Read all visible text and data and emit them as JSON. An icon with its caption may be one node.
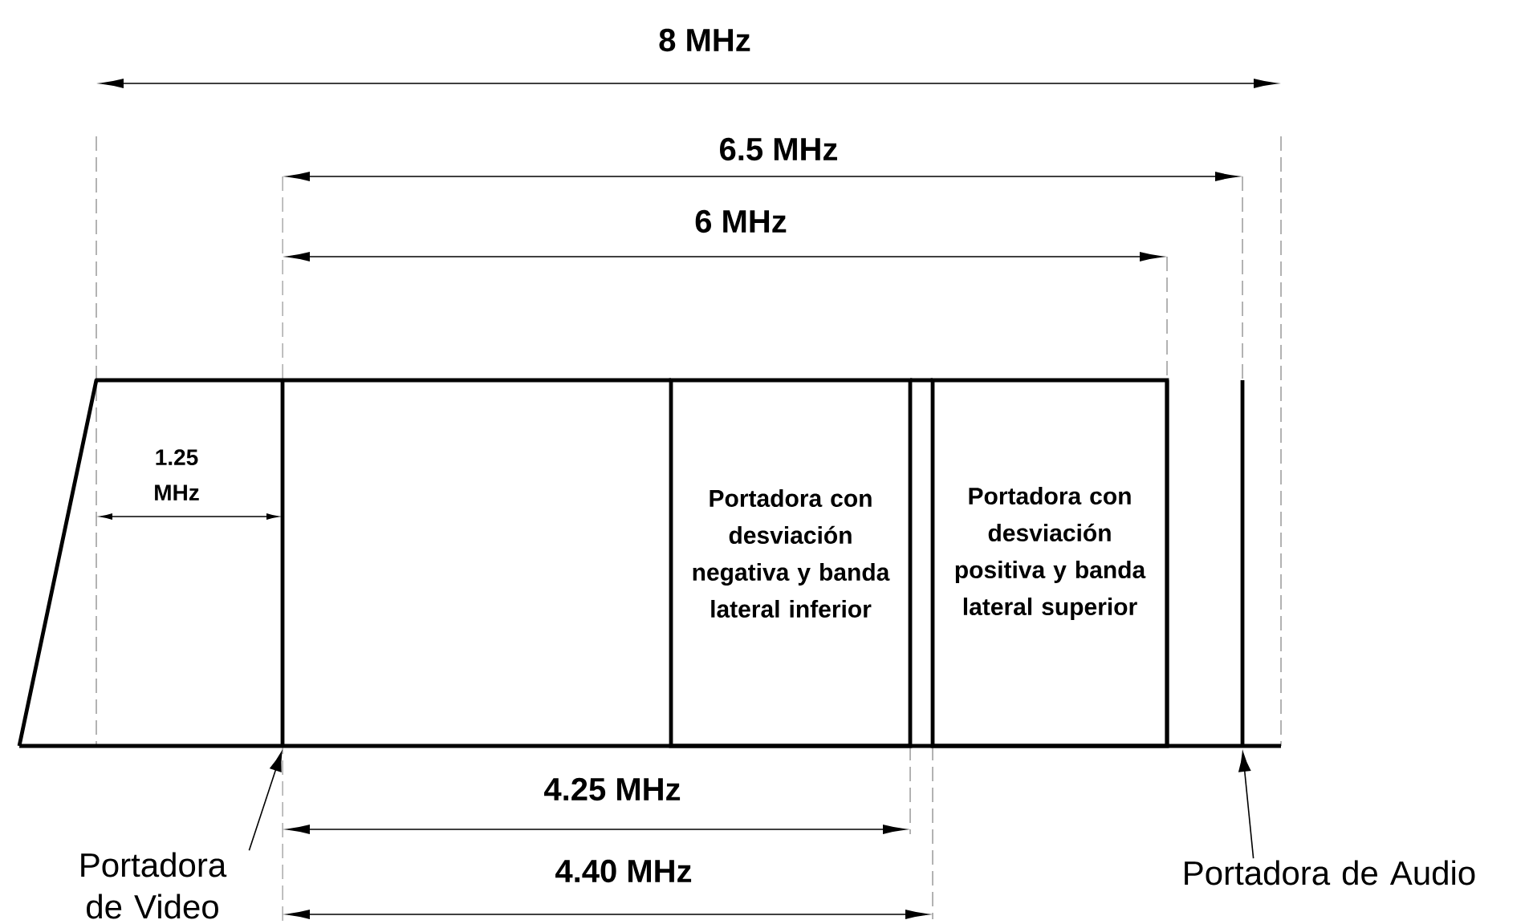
{
  "diagram": {
    "nodes": [
      {
        "text": [
          "Portadora con desviación negativa y banda lateral inferior"
        ]
      },
      {
        "text": [
          "Portadora con desviación positiva y banda lateral superior"
        ]
      },
      {
        "text": [
          "Portadora de Video"
        ]
      },
      {
        "text": [
          "Portadora de Audio"
        ]
      }
    ],
    "edges": [
      {
        "from": 2,
        "to": null,
        "arrow": "to"
      },
      {
        "from": 3,
        "to": null,
        "arrow": "to"
      }
    ],
    "labels": [
      "8 MHz",
      "6.5  MHz",
      "6 MHz",
      "1.25 MHz",
      "4.25 MHz",
      "4.40 MHz"
    ]
  }
}
